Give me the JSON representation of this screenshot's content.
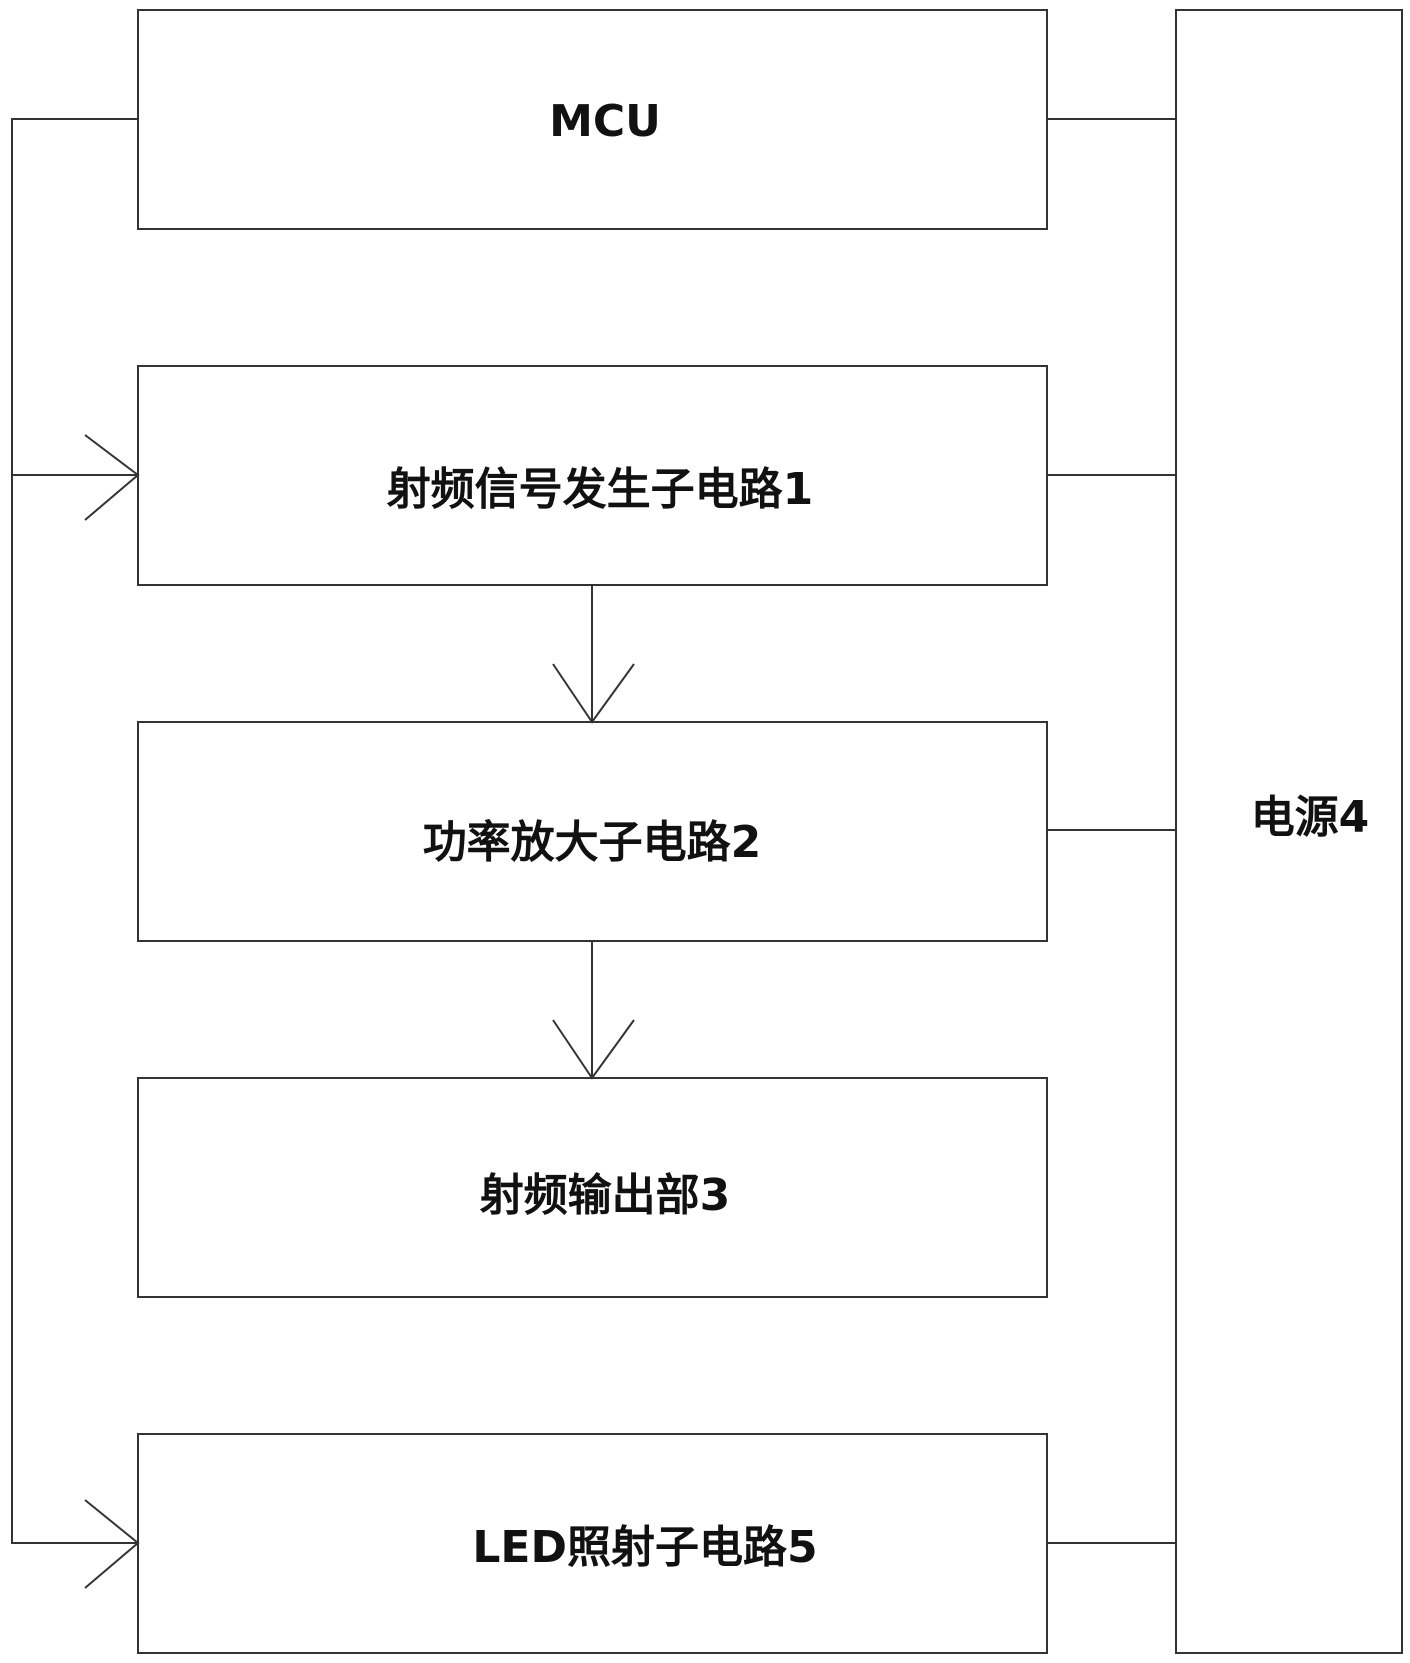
{
  "blocks": {
    "mcu": "MCU",
    "rf_signal_gen": "射频信号发生子电路1",
    "power_amp": "功率放大子电路2",
    "rf_output": "射频输出部3",
    "led_irradiation": "LED照射子电路5",
    "power_supply": "电源4"
  },
  "connections": [
    {
      "from": "mcu",
      "to": "rf_signal_gen",
      "directed": true
    },
    {
      "from": "mcu",
      "to": "led_irradiation",
      "directed": true
    },
    {
      "from": "rf_signal_gen",
      "to": "power_amp",
      "directed": true
    },
    {
      "from": "power_amp",
      "to": "rf_output",
      "directed": true
    },
    {
      "from": "power_supply",
      "to": "mcu",
      "directed": false
    },
    {
      "from": "power_supply",
      "to": "rf_signal_gen",
      "directed": false
    },
    {
      "from": "power_supply",
      "to": "power_amp",
      "directed": false
    },
    {
      "from": "power_supply",
      "to": "led_irradiation",
      "directed": false
    }
  ],
  "colors": {
    "line": "#333333",
    "text": "#111111",
    "background": "#ffffff"
  }
}
